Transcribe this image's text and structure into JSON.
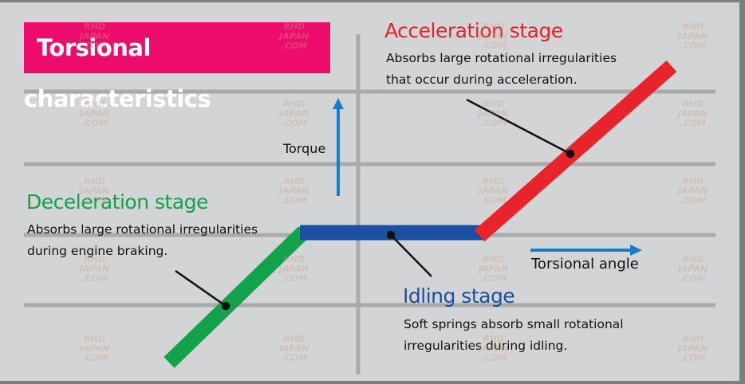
{
  "title": "Torsional characteristics",
  "axes": {
    "y_label": "Torque",
    "x_label": "Torsional angle"
  },
  "stages": [
    {
      "name": "Acceleration stage",
      "color": "#e8232a",
      "desc": [
        "Absorbs large rotational irregularities",
        "that occur during acceleration."
      ]
    },
    {
      "name": "Deceleration stage",
      "color": "#12a24a",
      "desc": [
        "Absorbs large rotational irregularities",
        "during engine braking."
      ]
    },
    {
      "name": "Idling stage",
      "color": "#1b4fa0",
      "desc": [
        "Soft springs absorb small rotational",
        "irregularities during idling."
      ]
    }
  ],
  "watermark": "RHD JAPAN .COM",
  "colors": {
    "title_bg": "#ec0c6c",
    "axis_arrow": "#1a7ccc",
    "grid": "#a9aaac"
  }
}
